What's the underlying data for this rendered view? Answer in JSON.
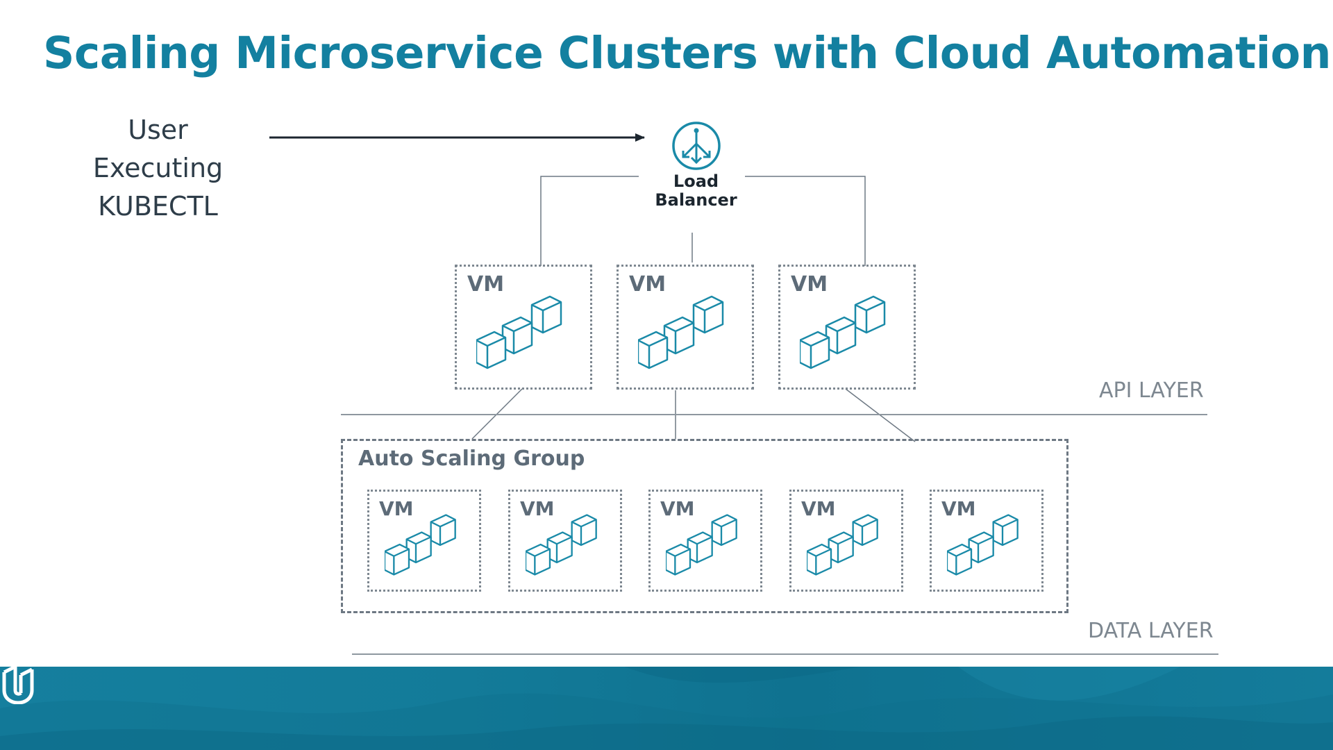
{
  "title": "Scaling Microservice Clusters with Cloud Automation",
  "user": {
    "line1": "User",
    "line2": "Executing",
    "line3": "KUBECTL"
  },
  "load_balancer": {
    "line1": "Load",
    "line2": "Balancer",
    "icon": "load-balancer-icon"
  },
  "api_layer": {
    "label": "API LAYER",
    "vms": [
      {
        "label": "VM"
      },
      {
        "label": "VM"
      },
      {
        "label": "VM"
      }
    ]
  },
  "auto_scaling_group": {
    "label": "Auto Scaling Group",
    "vms": [
      {
        "label": "VM"
      },
      {
        "label": "VM"
      },
      {
        "label": "VM"
      },
      {
        "label": "VM"
      },
      {
        "label": "VM"
      }
    ]
  },
  "data_layer": {
    "label": "DATA LAYER"
  },
  "colors": {
    "title": "#1380a0",
    "accent": "#1a8aa8",
    "footer": "#137b99",
    "text_gray": "#5d6b78"
  },
  "footer": {
    "logo": "udacity-logo-icon"
  }
}
